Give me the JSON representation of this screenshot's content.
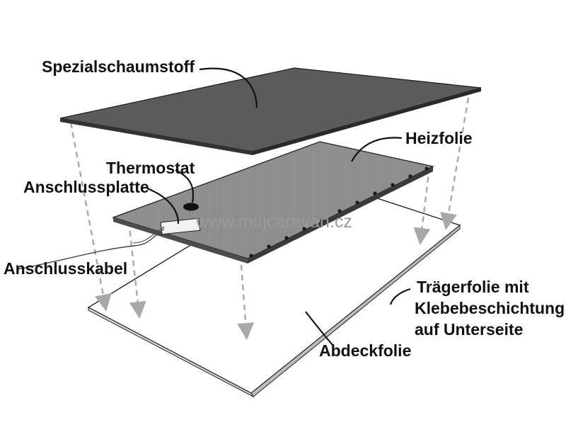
{
  "labels": {
    "spezialschaumstoff": "Spezialschaumstoff",
    "heizfolie": "Heizfolie",
    "thermostat": "Thermostat",
    "anschlussplatte": "Anschlussplatte",
    "anschlusskabel": "Anschlusskabel",
    "traegerfolie_line1": "Trägerfolie mit",
    "traegerfolie_line2": "Klebebeschichtung",
    "traegerfolie_line3": "auf Unterseite",
    "abdeckfolie": "Abdeckfolie"
  },
  "watermark": "www.mujcaravan.cz",
  "colors": {
    "foam": "#5b5b5b",
    "heater": "#8e8e8e",
    "carrier": "#ffffff",
    "arrow": "#a8a8a8",
    "text": "#111111"
  }
}
